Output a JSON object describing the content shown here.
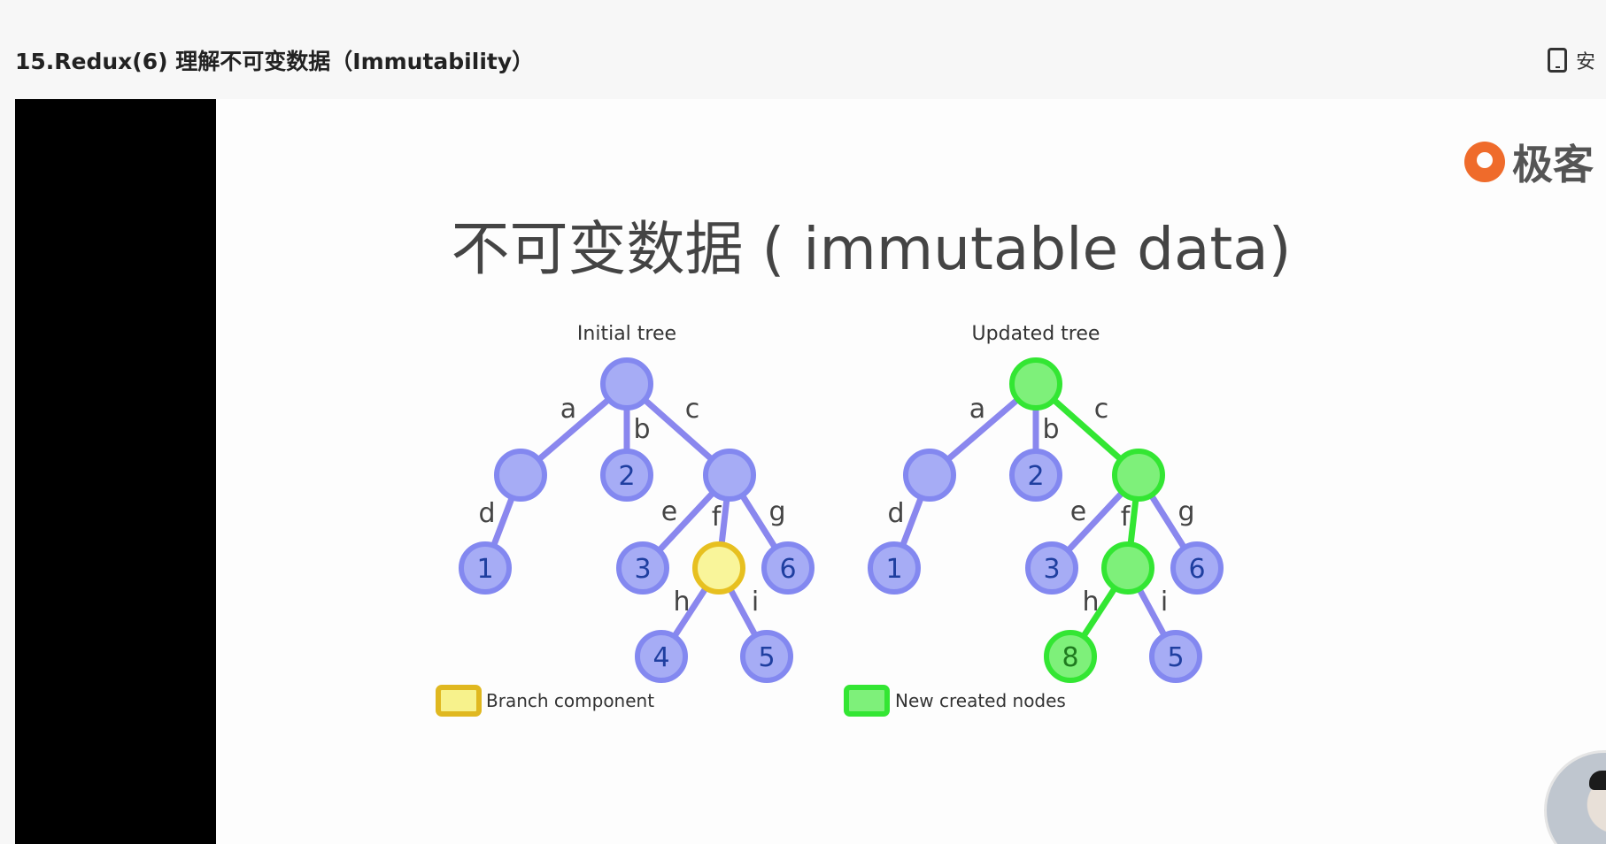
{
  "header": {
    "lesson_title": "15.Redux(6) 理解不可变数据（Immutability）",
    "tool_label": "安"
  },
  "slide": {
    "logo_text": "极客",
    "title": "不可变数据 ( immutable data)",
    "trees": [
      {
        "title": "Initial tree",
        "edges": [
          "a",
          "b",
          "c",
          "d",
          "e",
          "f",
          "g",
          "h",
          "i"
        ],
        "nodes": [
          "",
          "",
          "2",
          "",
          "1",
          "3",
          "",
          "6",
          "4",
          "5"
        ]
      },
      {
        "title": "Updated tree",
        "edges": [
          "a",
          "b",
          "c",
          "d",
          "e",
          "f",
          "g",
          "h",
          "i"
        ],
        "nodes": [
          "",
          "",
          "2",
          "",
          "1",
          "3",
          "",
          "6",
          "8",
          "5"
        ]
      }
    ],
    "legend": [
      {
        "label": "Branch component",
        "color": "#f7f28c",
        "border": "#e0b820"
      },
      {
        "label": "New created nodes",
        "color": "#7ef07a",
        "border": "#33e633"
      }
    ],
    "colors": {
      "node_fill": "#a6acf5",
      "node_stroke": "#8388f0",
      "edge": "#8a87ee",
      "green_fill": "#7ef07a",
      "green_stroke": "#33e633",
      "yellow_fill": "#f9f59a",
      "yellow_stroke": "#e7c020",
      "label_text": "#1f3fa0"
    }
  }
}
